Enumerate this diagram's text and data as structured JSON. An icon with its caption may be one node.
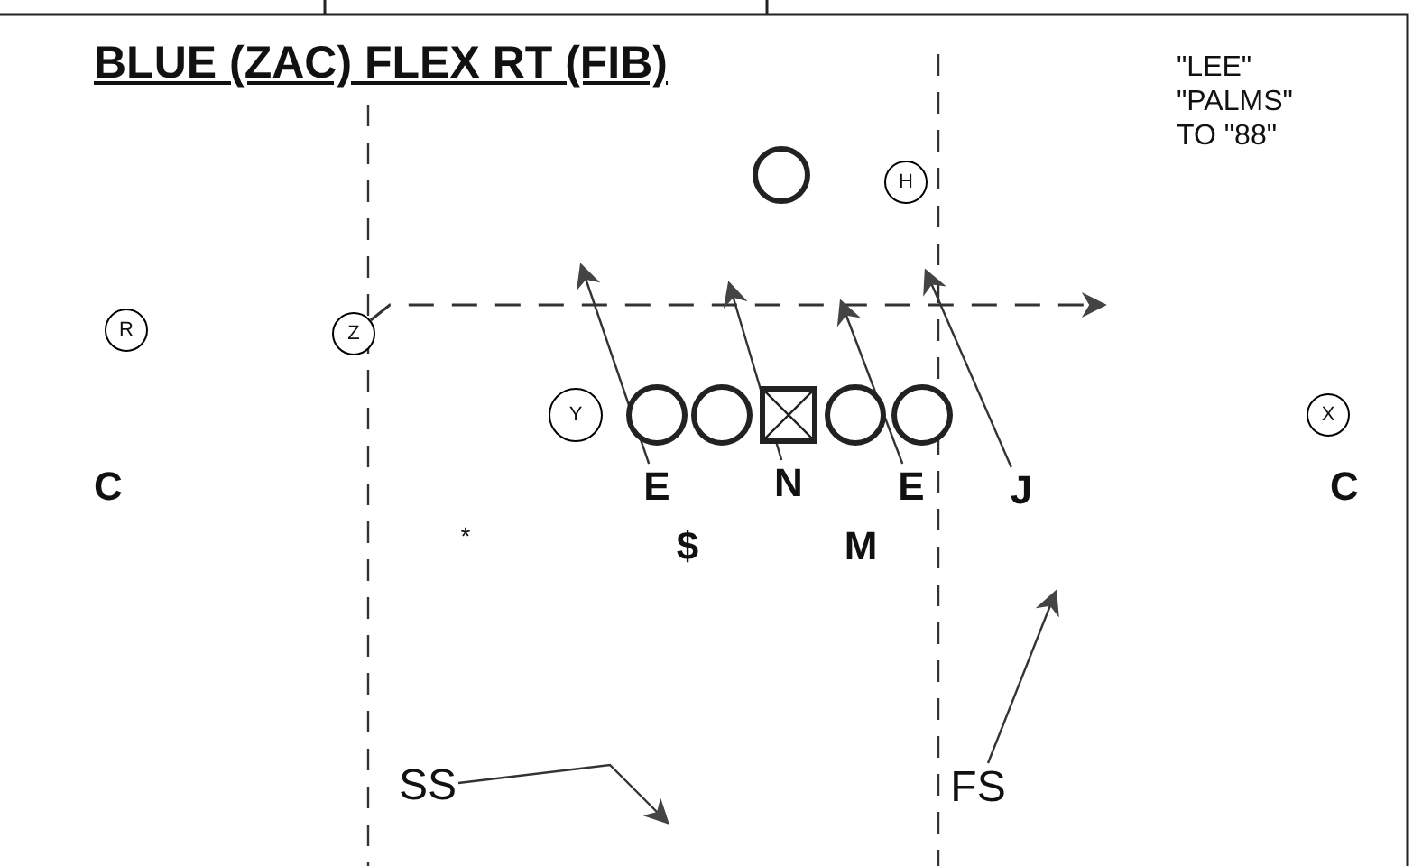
{
  "diagram": {
    "title": "BLUE (ZAC) FLEX RT (FIB)",
    "nodes": [
      {
        "text": [],
        "shape": "circle"
      },
      {
        "text": [
          "H"
        ]
      },
      {
        "text": [
          "R"
        ]
      },
      {
        "text": [
          "Z"
        ]
      },
      {
        "text": [
          "Y"
        ]
      },
      {
        "text": [],
        "shape": "circle"
      },
      {
        "text": [],
        "shape": "circle"
      },
      {
        "text": [],
        "shape": "box"
      },
      {
        "text": [],
        "shape": "circle"
      },
      {
        "text": [],
        "shape": "circle"
      },
      {
        "text": [
          "X"
        ]
      },
      {
        "text": [
          "C"
        ]
      },
      {
        "text": [
          "E"
        ]
      },
      {
        "text": [
          "N"
        ]
      },
      {
        "text": [
          "E"
        ]
      },
      {
        "text": [
          "J"
        ]
      },
      {
        "text": [
          "C"
        ]
      },
      {
        "text": [
          "*"
        ]
      },
      {
        "text": [
          "$"
        ]
      },
      {
        "text": [
          "M"
        ]
      },
      {
        "text": [
          "SS"
        ]
      },
      {
        "text": [
          "FS"
        ]
      }
    ],
    "edges": [
      {
        "from": 3,
        "to": null,
        "arrow": "to",
        "style": "dashed"
      },
      {
        "from": 12,
        "to": null,
        "arrow": "to"
      },
      {
        "from": 13,
        "to": null,
        "arrow": "to"
      },
      {
        "from": 14,
        "to": null,
        "arrow": "to"
      },
      {
        "from": 15,
        "to": null,
        "arrow": "to"
      },
      {
        "from": 20,
        "to": null,
        "arrow": "to"
      },
      {
        "from": 21,
        "to": null,
        "arrow": "to"
      }
    ],
    "labels": [
      "\"LEE\"",
      "\"PALMS\"",
      "TO \"88\""
    ]
  }
}
